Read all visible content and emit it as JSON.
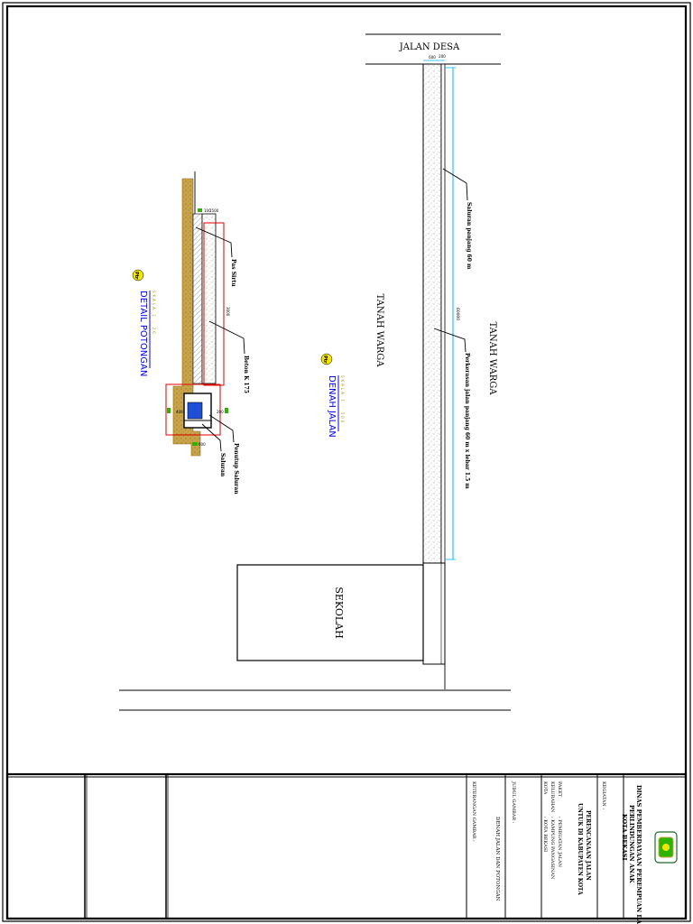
{
  "road": {
    "name": "JALAN DESA",
    "dim_a": "600",
    "dim_b": "200",
    "callout_saluran": "Saluran panjang 60 m",
    "callout_perkerasan": "Perkerasan jalan panjang 60 m x lebar 1.5 m",
    "length_dim": "60000"
  },
  "areas": {
    "tanah_warga_left": "TANAH WARGA",
    "tanah_warga_right": "TANAH WARGA",
    "sekolah": "SEKOLAH"
  },
  "detail": {
    "title": "DETAIL POTONGAN",
    "scale": "SKALA 1 : 20",
    "marker": "Ptr",
    "callouts": {
      "pasir": "Pas Sirtu",
      "beton": "Beton K 175",
      "penutup": "Penutup Saluran",
      "saluran": "Saluran"
    },
    "dims": {
      "top_a": "100",
      "top_b": "1500",
      "side": "3000",
      "box_l": "400",
      "box_r": "200",
      "bottom": "600"
    }
  },
  "plan_title": {
    "title": "DENAH JALAN",
    "scale": "SKALA 1 : 500",
    "marker": "Ptr"
  },
  "title_block": {
    "agency_line1": "DINAS PEMBERDAYAAN PEREMPUAN DAN",
    "agency_line2": "PERLINDUNGAN ANAK",
    "agency_line3": "KOTA BEKASI",
    "kegiatan_label": "KEGIATAN :",
    "kegiatan_line1": "PERENCANAAN JALAN",
    "kegiatan_line2": "UNTUK DI KABUPATEN KOTA",
    "paket_label": "PAKET",
    "paket_value": ": PEMBUATAN JALAN",
    "kelurahan_label": "KELURAHAN",
    "kelurahan_value": ": KAMPUNG PANGASINAN",
    "kota_label": "KOTA",
    "kota_value": ": KOTA BEKASI",
    "judul_label": "JUDUL GAMBAR :",
    "judul_value": "DENAH JALAN DAN POTONGAN",
    "keterangan_label": "KETERANGAN GAMBAR :"
  },
  "colors": {
    "dimension": "#00b7eb",
    "red": "#e00000",
    "earth": "#c9a349",
    "green": "#2db300",
    "water": "#1f4fd6",
    "title_blue": "#0000ff",
    "marker_yellow": "#f2e600"
  }
}
